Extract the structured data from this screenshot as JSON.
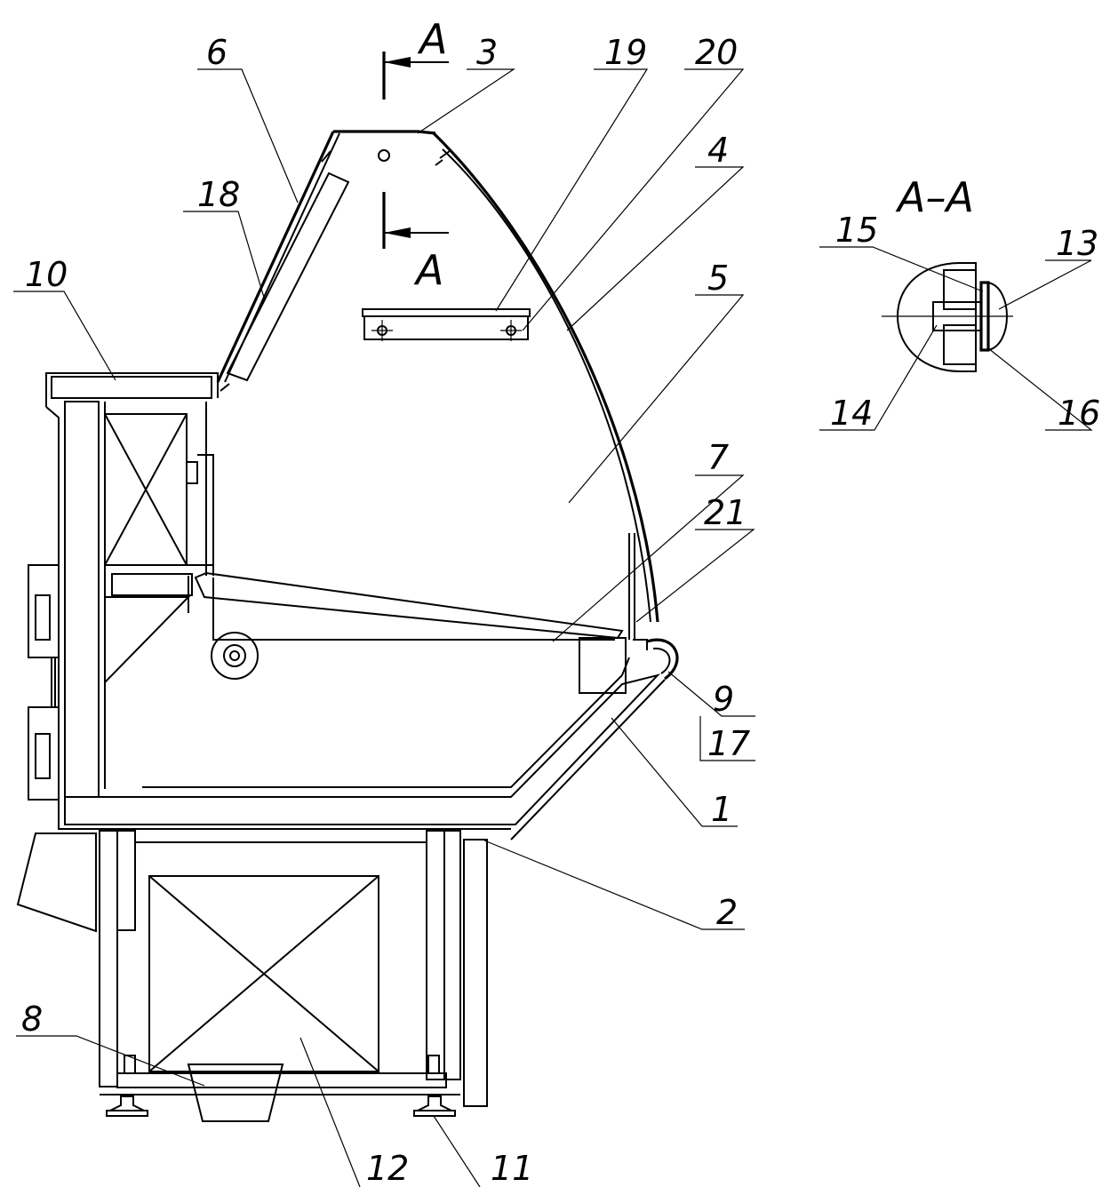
{
  "section_marks": {
    "top": "A",
    "bottom": "A"
  },
  "section_title": "A–A",
  "labels": {
    "l1": "1",
    "l2": "2",
    "l3": "3",
    "l4": "4",
    "l5": "5",
    "l6": "6",
    "l7": "7",
    "l8": "8",
    "l9": "9",
    "l10": "10",
    "l11": "11",
    "l12": "12",
    "l13": "13",
    "l14": "14",
    "l15": "15",
    "l16": "16",
    "l17": "17",
    "l18": "18",
    "l19": "19",
    "l20": "20",
    "l21": "21"
  }
}
